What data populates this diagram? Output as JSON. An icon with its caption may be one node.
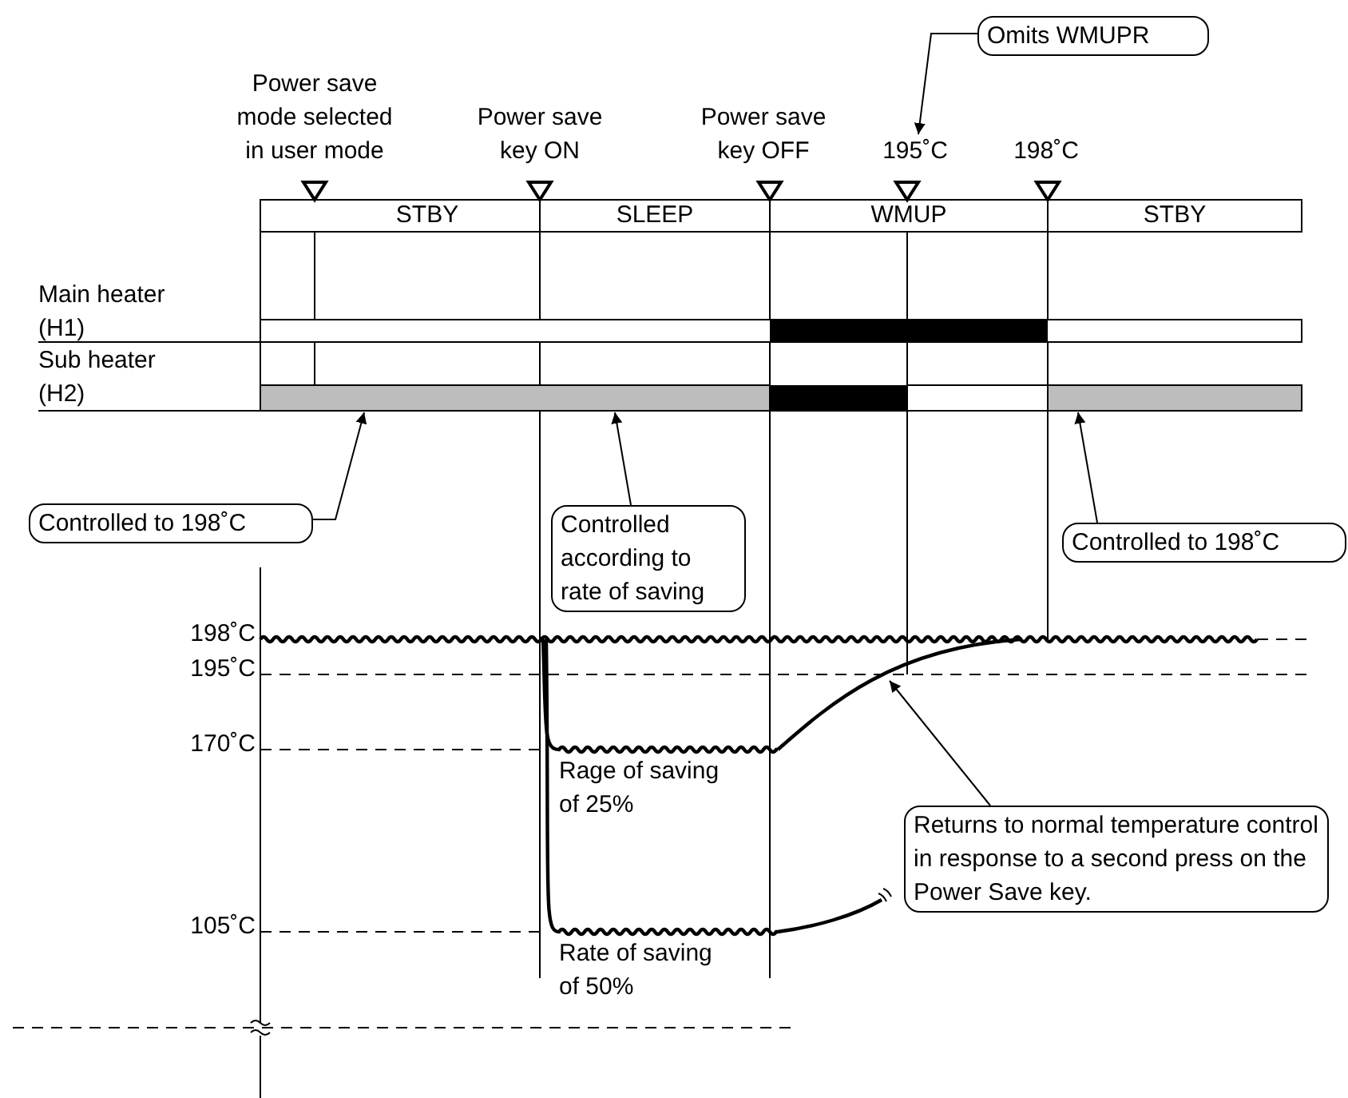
{
  "diagram": {
    "nodes": [
      {
        "text": [
          "Omits WMUPR"
        ]
      },
      {
        "text": [
          "195˚C"
        ]
      },
      {
        "text": [],
        "shape": "bar"
      },
      {
        "text": [],
        "shape": "bar"
      },
      {
        "text": [
          "Controlled to 198˚C"
        ]
      },
      {
        "text": [
          "Controlled according to rate of saving"
        ]
      },
      {
        "text": [
          "Controlled to 198˚C"
        ]
      },
      {
        "text": [],
        "shape": "line"
      },
      {
        "text": [
          "Returns to normal temperature control in response to a second press on the Power Save key."
        ]
      }
    ],
    "edges": [
      {
        "from": 0,
        "to": 1,
        "arrow": "to"
      },
      {
        "from": 4,
        "to": 2,
        "arrow": "to"
      },
      {
        "from": 5,
        "to": 2,
        "arrow": "to"
      },
      {
        "from": 6,
        "to": 3,
        "arrow": "to"
      },
      {
        "from": 8,
        "to": 7,
        "arrow": "to"
      }
    ],
    "labels": [
      "Power save mode selected in user mode",
      "Power save key ON",
      "Power save key OFF",
      "198˚C",
      "STBY",
      "SLEEP",
      "WMUP",
      "STBY",
      "Main heater (H1)",
      "Sub heater (H2)",
      "198˚C",
      "195˚C",
      "170˚C",
      "105˚C",
      "Rage of saving of 25%",
      "Rate of saving of 50%"
    ]
  }
}
